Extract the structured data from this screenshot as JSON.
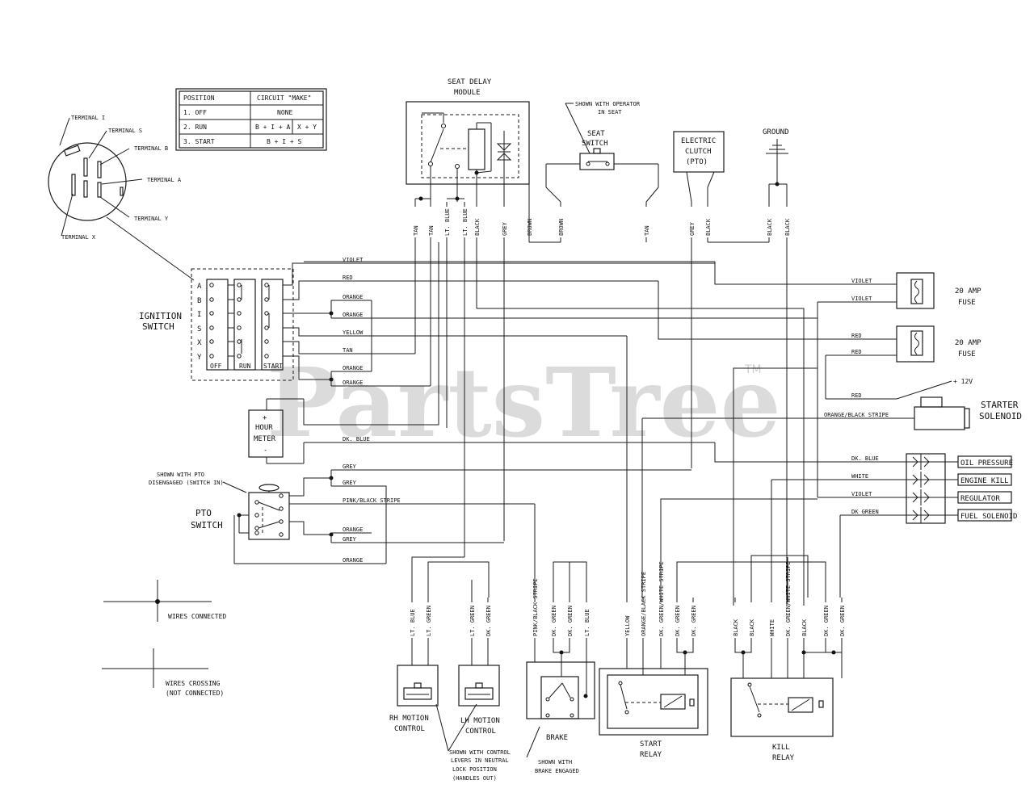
{
  "watermark": {
    "text": "PartsTree",
    "tm": "TM"
  },
  "table": {
    "headers": [
      "POSITION",
      "CIRCUIT \"MAKE\""
    ],
    "rows": [
      {
        "position": "1. OFF",
        "circuit": "NONE",
        "circuit2": ""
      },
      {
        "position": "2. RUN",
        "circuit": "B + I + A",
        "circuit2": "X + Y"
      },
      {
        "position": "3. START",
        "circuit": "B + I + S",
        "circuit2": ""
      }
    ]
  },
  "terminals": {
    "I": "TERMINAL I",
    "S": "TERMINAL S",
    "B": "TERMINAL B",
    "A": "TERMINAL A",
    "Y": "TERMINAL Y",
    "X": "TERMINAL X"
  },
  "ignition": {
    "label1": "IGNITION",
    "label2": "SWITCH",
    "letters": [
      "A",
      "B",
      "I",
      "S",
      "X",
      "Y"
    ],
    "positions": [
      "OFF",
      "RUN",
      "START"
    ]
  },
  "components": {
    "seat_delay": [
      "SEAT DELAY",
      "MODULE"
    ],
    "seat_switch": [
      "SEAT",
      "SWITCH"
    ],
    "seat_note": [
      "SHOWN WITH OPERATOR",
      "IN SEAT"
    ],
    "clutch": [
      "ELECTRIC",
      "CLUTCH",
      "(PTO)"
    ],
    "ground": "GROUND",
    "hour_meter": [
      "HOUR",
      "METER"
    ],
    "hour_plus": "+",
    "hour_minus": "-",
    "pto_switch": [
      "PTO",
      "SWITCH"
    ],
    "pto_note": [
      "SHOWN WITH PTO",
      "DISENGAGED (SWITCH IN)"
    ],
    "fuse1": [
      "20 AMP",
      "FUSE"
    ],
    "fuse2": [
      "20 AMP",
      "FUSE"
    ],
    "plus12": "+ 12V",
    "starter": [
      "STARTER",
      "SOLENOID"
    ],
    "outputs": [
      "OIL PRESSURE",
      "ENGINE KILL",
      "REGULATOR",
      "FUEL SOLENOID"
    ],
    "rh_motion": [
      "RH MOTION",
      "CONTROL"
    ],
    "lh_motion": [
      "LH MOTION",
      "CONTROL"
    ],
    "motion_note": [
      "SHOWN WITH CONTROL",
      "LEVERS IN NEUTRAL",
      "LOCK POSITION",
      "(HANDLES OUT)"
    ],
    "brake": "BRAKE",
    "brake_note": [
      "SHOWN WITH",
      "BRAKE ENGAGED"
    ],
    "start_relay": [
      "START",
      "RELAY"
    ],
    "kill_relay": [
      "KILL",
      "RELAY"
    ]
  },
  "legend": {
    "connected": "WIRES CONNECTED",
    "crossing": [
      "WIRES CROSSING",
      "(NOT CONNECTED)"
    ]
  },
  "wire_labels": {
    "top": [
      "TAN",
      "TAN",
      "LT. BLUE",
      "LT. BLUE",
      "BLACK",
      "GREY",
      "BROWN",
      "BROWN",
      "TAN",
      "GREY",
      "BLACK",
      "BLACK",
      "BLACK"
    ],
    "left": [
      "VIOLET",
      "RED",
      "ORANGE",
      "ORANGE",
      "YELLOW",
      "TAN",
      "ORANGE",
      "ORANGE",
      "DK. BLUE",
      "GREY",
      "GREY",
      "PINK/BLACK STRIPE",
      "ORANGE",
      "GREY",
      "ORANGE"
    ],
    "right": [
      "VIOLET",
      "VIOLET",
      "RED",
      "RED",
      "RED",
      "ORANGE/BLACK STRIPE",
      "DK. BLUE",
      "WHITE",
      "VIOLET",
      "DK GREEN"
    ],
    "bottom": [
      "LT. BLUE",
      "LT. GREEN",
      "LT. GREEN",
      "DK. GREEN",
      "PINK/BLACK STRIPE",
      "DK. GREEN",
      "DK. GREEN",
      "LT. BLUE",
      "YELLOW",
      "ORANGE/BLACK STRIPE",
      "DK. GREEN/WHITE STRIPE",
      "DK. GREEN",
      "BLACK",
      "BLACK",
      "WHITE",
      "DK. GREEN/WHITE STRIPE",
      "BLACK",
      "DK. GREEN",
      "DK. GREEN"
    ]
  }
}
